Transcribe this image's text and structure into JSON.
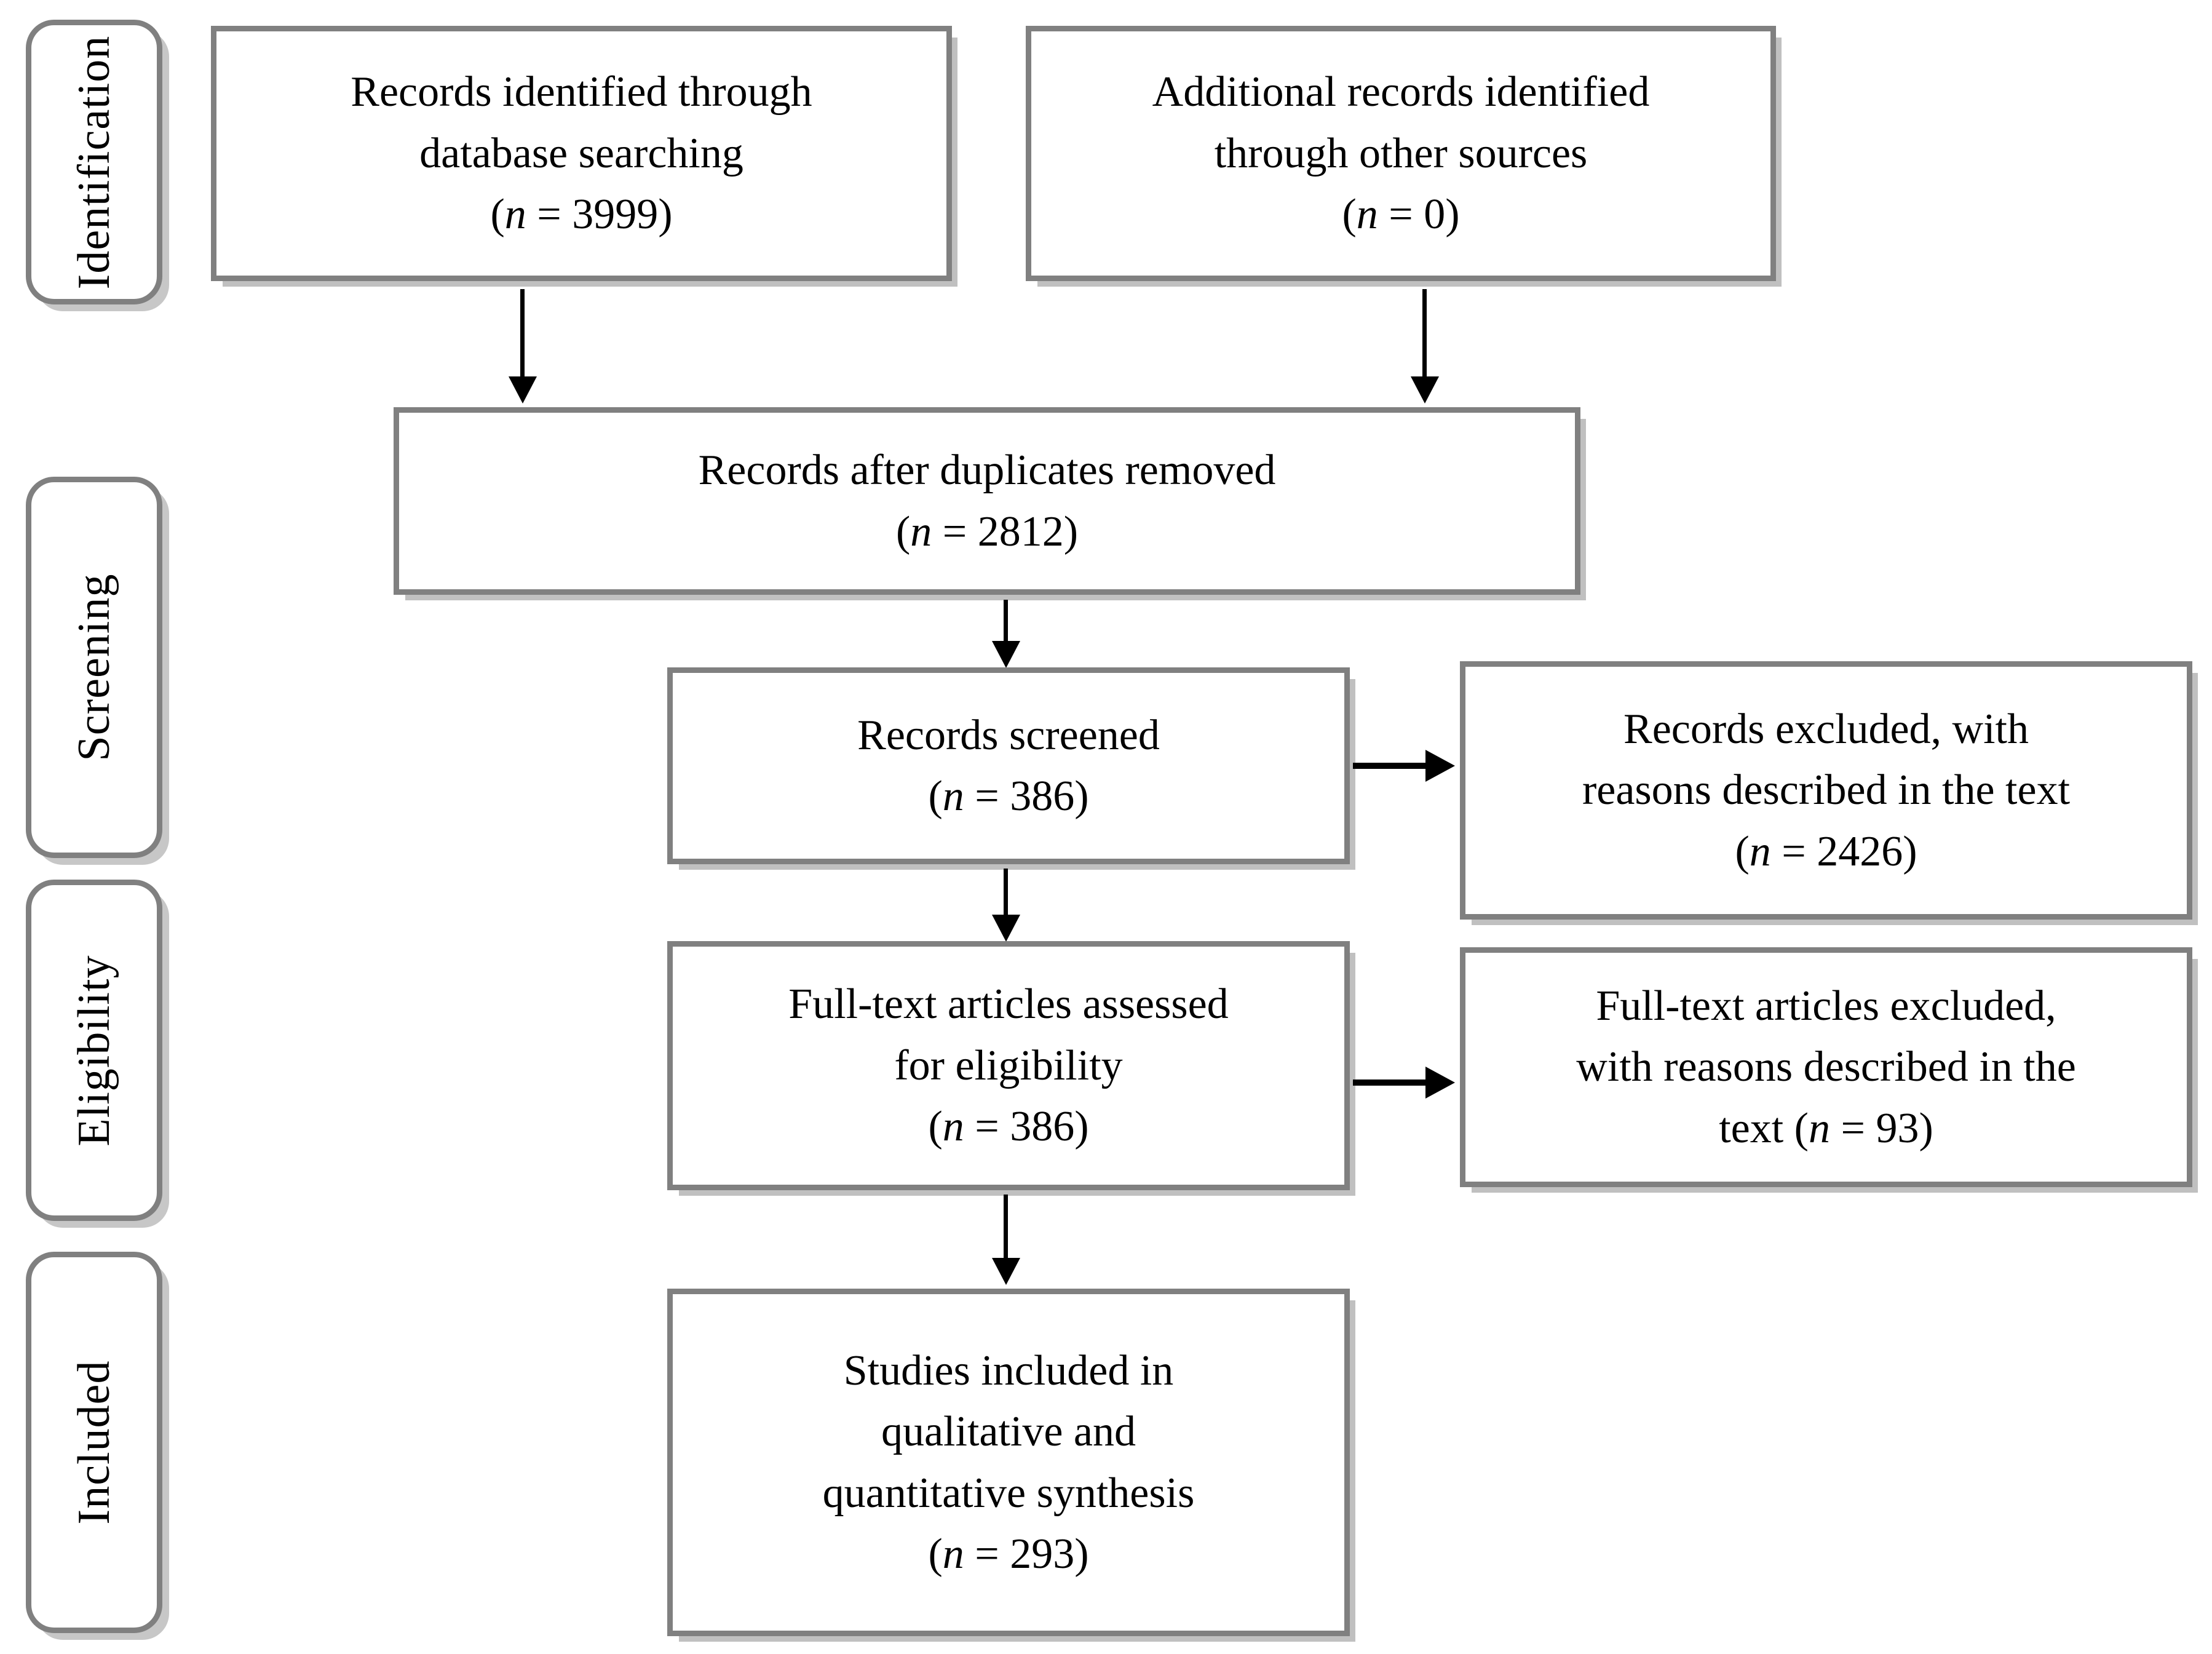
{
  "diagram": {
    "type": "PRISMA flow diagram",
    "stages": [
      {
        "id": "identification",
        "label": "Identification"
      },
      {
        "id": "screening",
        "label": "Screening"
      },
      {
        "id": "eligibility",
        "label": "Eligibility"
      },
      {
        "id": "included",
        "label": "Included"
      }
    ],
    "boxes": {
      "db_search": {
        "line1": "Records identified through",
        "line2": "database searching",
        "n_prefix": "(",
        "n_var": "n",
        "n_value": " = 3999)"
      },
      "other_sources": {
        "line1": "Additional records identified",
        "line2": "through other sources",
        "n_prefix": "(",
        "n_var": "n",
        "n_value": " = 0)"
      },
      "duplicates_removed": {
        "line1": "Records after duplicates removed",
        "n_prefix": "(",
        "n_var": "n",
        "n_value": " = 2812)"
      },
      "records_screened": {
        "line1": "Records screened",
        "n_prefix": "(",
        "n_var": "n",
        "n_value": " = 386)"
      },
      "records_excluded": {
        "line1": "Records excluded, with",
        "line2": "reasons described in the text",
        "n_prefix": "(",
        "n_var": "n",
        "n_value": " = 2426)"
      },
      "fulltext_assessed": {
        "line1": "Full-text articles assessed",
        "line2": "for eligibility",
        "n_prefix": "(",
        "n_var": "n",
        "n_value": " = 386)"
      },
      "fulltext_excluded": {
        "line1": "Full-text articles excluded,",
        "line2": "with reasons described in the",
        "line3_prefix": "text (",
        "n_var": "n",
        "n_value": " = 93)"
      },
      "studies_included": {
        "line1": "Studies included in",
        "line2": "qualitative and",
        "line3": "quantitative synthesis",
        "n_prefix": "(",
        "n_var": "n",
        "n_value": " = 293)"
      }
    },
    "colors": {
      "box_border": "#808080",
      "box_fill": "#ffffff",
      "text": "#000000",
      "connector": "#000000",
      "shadow": "#8a8a8a"
    }
  }
}
